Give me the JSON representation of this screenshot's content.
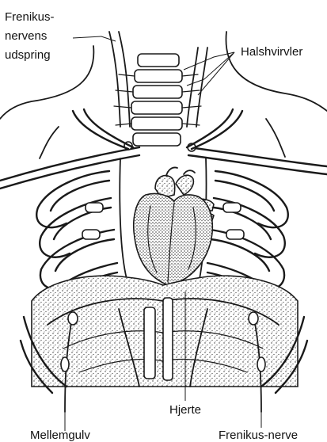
{
  "labels": {
    "phrenic_origin": [
      "Frenikus-",
      "nervens",
      "udspring"
    ],
    "cervical_vertebrae": "Halshvirvler",
    "heart": "Hjerte",
    "diaphragm": "Mellemgulv",
    "phrenic_nerve": "Frenikus-nerve"
  }
}
